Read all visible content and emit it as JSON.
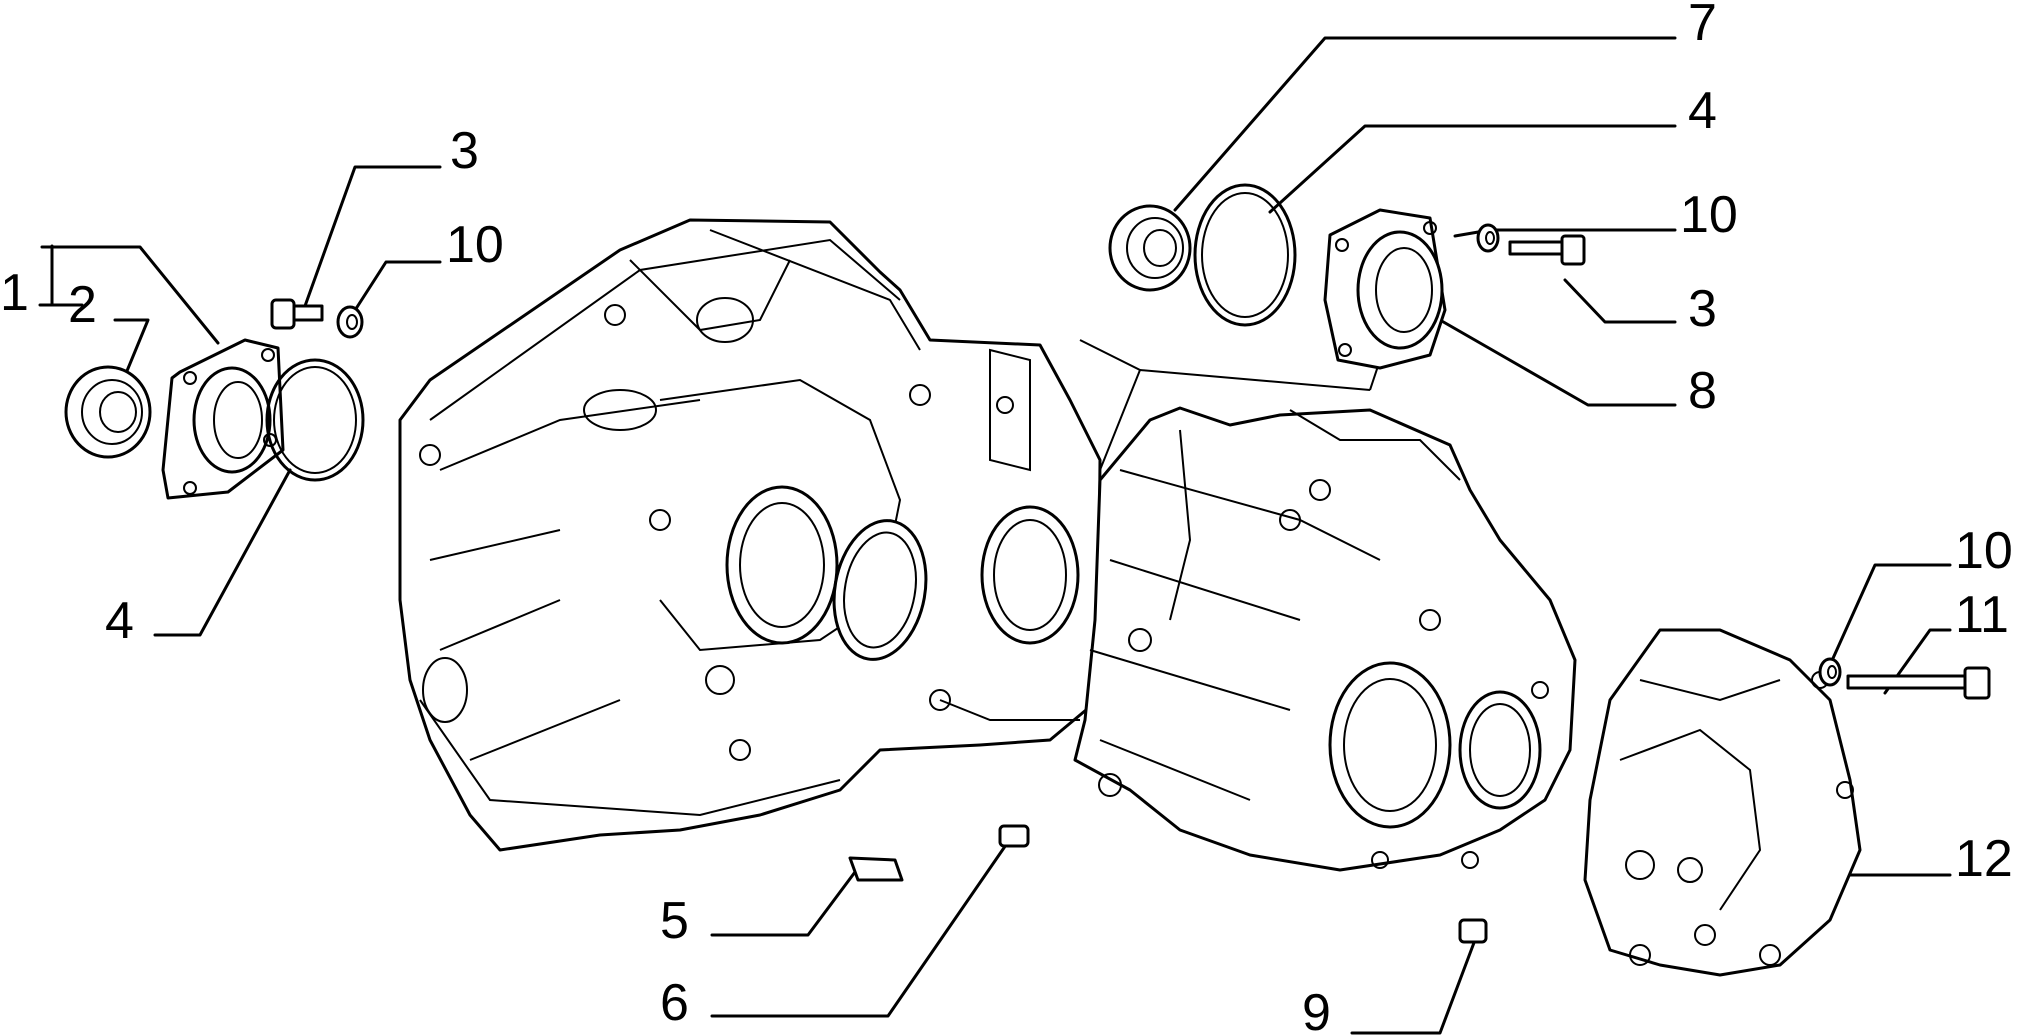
{
  "diagram": {
    "callouts": [
      "1",
      "2",
      "3",
      "10",
      "4",
      "5",
      "6",
      "7",
      "4",
      "10",
      "3",
      "8",
      "9",
      "10",
      "11",
      "12"
    ]
  }
}
